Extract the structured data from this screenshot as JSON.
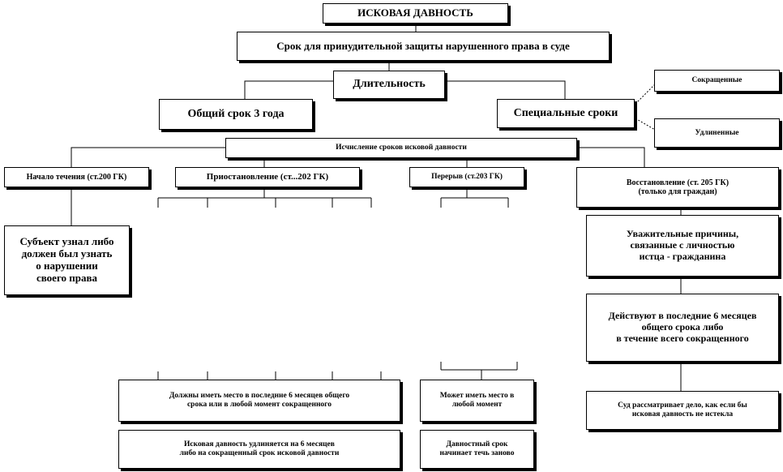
{
  "diagram": {
    "title": "ИСКОВАЯ ДАВНОСТЬ",
    "definition": "Срок для принудительной защиты нарушенного права в суде",
    "duration": "Длительность",
    "general_term": "Общий срок 3 года",
    "special_terms": "Специальные сроки",
    "shortened": "Сокращенные",
    "extended": "Удлиненные",
    "calculation": "Исчисление сроков исковой давности",
    "start": "Начало течения (ст.200  ГК)",
    "suspension": "Приостановление  (ст...202 ГК)",
    "interruption": "Перерыв (ст.203  ГК)",
    "restoration": "Восстановление  (ст. 205  ГК)\n(только для граждан)",
    "subject_knew": "Субъект узнал либо\nдолжен был узнать\nо нарушении\nсвоего права",
    "valid_reasons": "Уважительные причины,\nсвязанные с личностью\nистца - гражданина",
    "act_last_months": "Действуют в последние 6 месяцев\nобщего срока либо\nв течение всего сокращенного",
    "suspension_must_occur": "Должны иметь  место в последние  6 месяцев общего\nсрока или в любой момент сокращенного",
    "suspension_extends": "Исковая давность  удлиняется  на 6 месяцев\nлибо на сокращенный срок исковой давности",
    "interruption_any_time": "Может иметь место в\nлюбой момент",
    "interruption_restart": "Давностный срок\nначинает течь заново",
    "court_considers": "Суд рассматривает дело,  как если бы\nисковая давность  не истекла"
  }
}
